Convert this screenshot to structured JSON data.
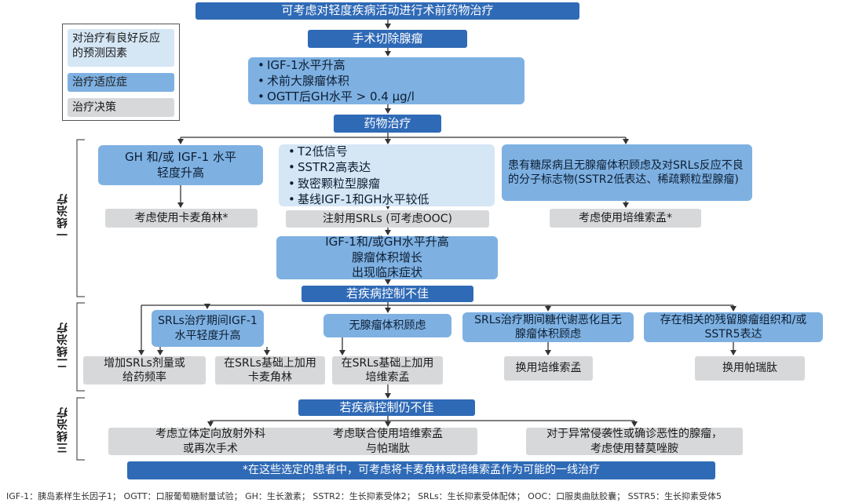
{
  "title": "可考虑对轻度疾病活动进行术前药物治疗",
  "legend": {
    "light_label": "对治疗有良好反应\n的预测因素",
    "mid_label": "治疗适应症",
    "gray_label": "治疗决策"
  },
  "side_labels": {
    "first": "一线治疗",
    "second": "二线治疗",
    "third": "三线治疗"
  },
  "surgery": "手术切除腺瘤",
  "post_op_items": [
    "IGF-1水平升高",
    "术前大腺瘤体积",
    "OGTT后GH水平 > 0.4 μg/l"
  ],
  "medical_therapy": "药物治疗",
  "first_line": {
    "ind_left": "GH 和/或 IGF-1 水平\n轻度升高",
    "predictors": [
      "T2低信号",
      "SSTR2高表达",
      "致密颗粒型腺瘤",
      "基线IGF-1和GH水平较低"
    ],
    "ind_right": "患有糖尿病且无腺瘤体积顾虑及对SRLs反应不良的分子标志物(SSTR2低表达、稀疏颗粒型腺瘤)",
    "dec_left": "考虑使用卡麦角林*",
    "dec_mid": "注射用SRLs (可考虑OOC)",
    "dec_right": "考虑使用培维索孟*"
  },
  "inadequate": "IGF-1和/或GH水平升高\n腺瘤体积增长\n出现临床症状",
  "not_controlled_1": "若疾病控制不佳",
  "second_line": {
    "ind_a": "SRLs治疗期间IGF-1\n水平轻度升高",
    "ind_b": "无腺瘤体积顾虑",
    "ind_c": "SRLs治疗期间糖代谢恶化且无\n腺瘤体积顾虑",
    "ind_d": "存在相关的残留腺瘤组织和/或\nSSTR5表达",
    "dec_1": "增加SRLs剂量或\n给药频率",
    "dec_2": "在SRLs基础上加用\n卡麦角林",
    "dec_3": "在SRLs基础上加用\n培维索孟",
    "dec_4": "换用培维索孟",
    "dec_5": "换用帕瑞肽"
  },
  "not_controlled_2": "若疾病控制仍不佳",
  "third_line": {
    "dec_1": "考虑立体定向放射外科\n或再次手术",
    "dec_2": "考虑联合使用培维索孟\n与帕瑞肽",
    "dec_3": "对于异常侵袭性或确诊恶性的腺瘤，\n考虑使用替莫唑胺"
  },
  "footnote_box": "*在这些选定的患者中，可考虑将卡麦角林或培维索孟作为可能的一线治疗",
  "abbreviations": "IGF-1：胰岛素样生长因子1；  OGTT：口服葡萄糖耐量试验；  GH：生长激素；  SSTR2：生长抑素受体2；  SRLs：生长抑素受体配体；  OOC：口服奥曲肽胶囊；  SSTR5：生长抑素受体5",
  "colors": {
    "dark": "#2f6ab6",
    "mid": "#7eb1e2",
    "light": "#d5e6f5",
    "gray": "#d7d8da"
  }
}
